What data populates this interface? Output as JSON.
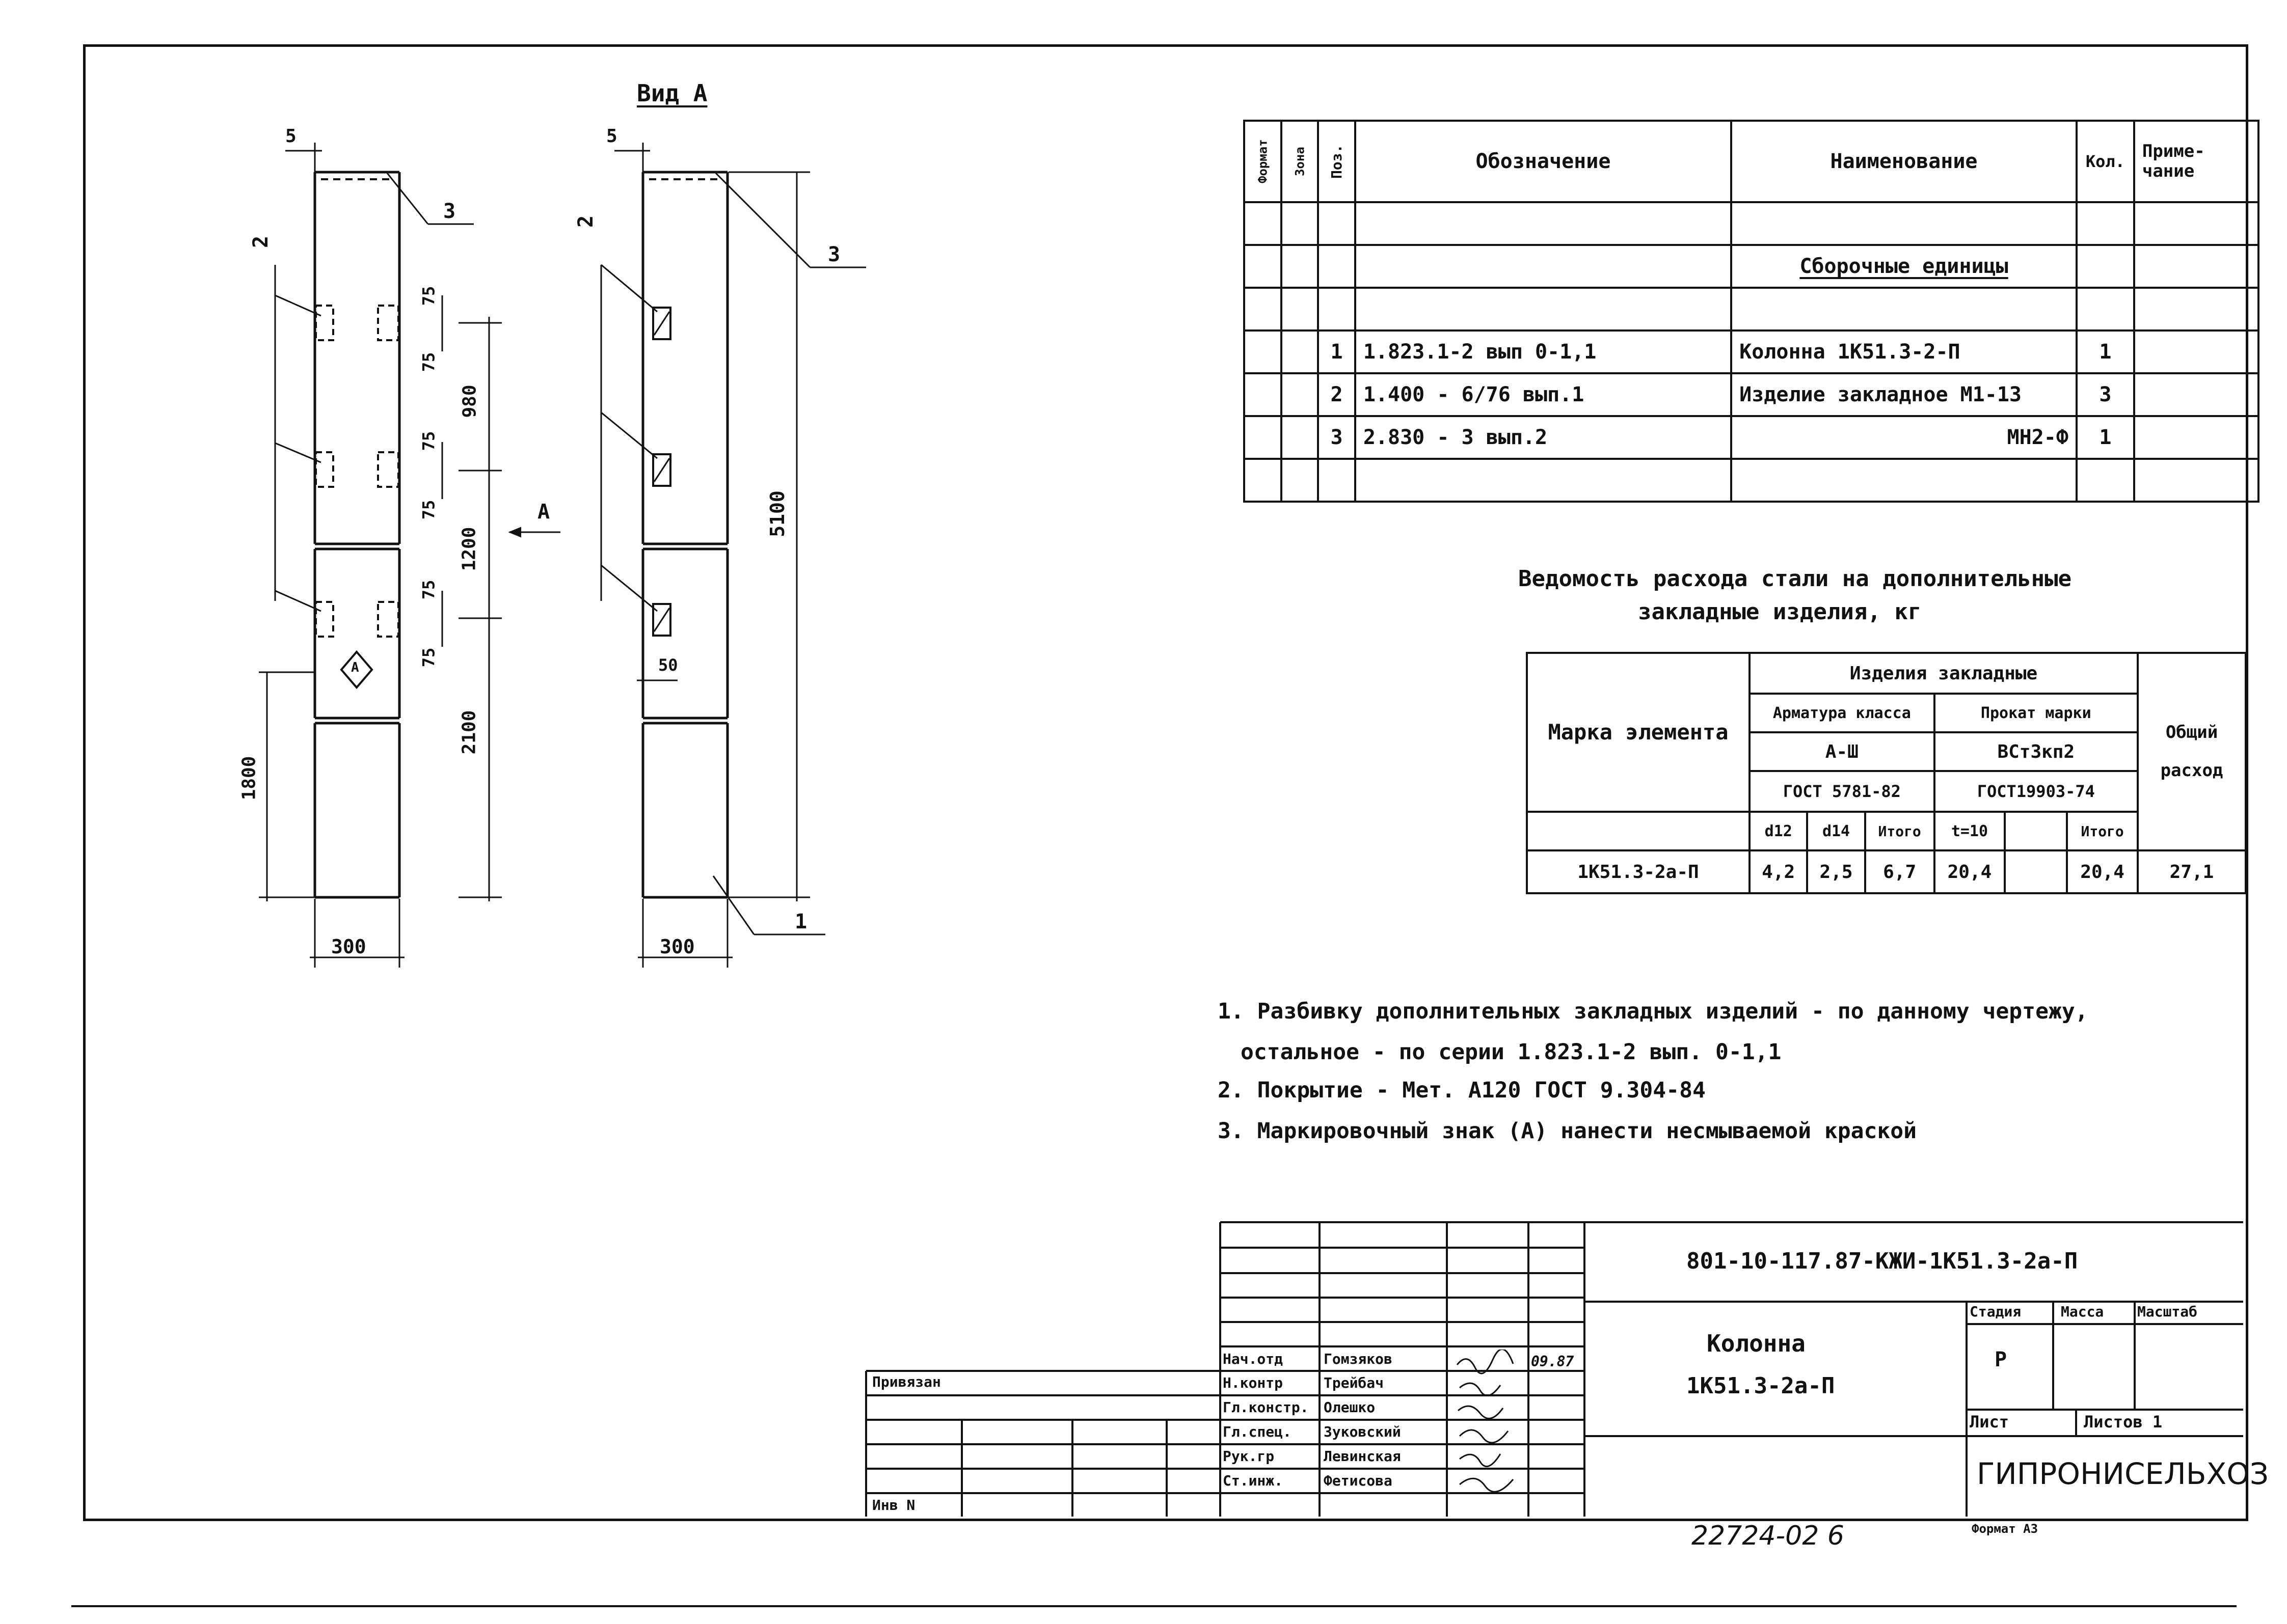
{
  "drawing": {
    "view_a_title": "Вид А",
    "view_arrow_label": "А",
    "left": {
      "dim_top_offset": "5",
      "pos_2": "2",
      "pos_3": "3",
      "dim_75": [
        "75",
        "75",
        "75",
        "75",
        "75",
        "75"
      ],
      "dim_980": "980",
      "dim_1200": "1200",
      "dim_2100": "2100",
      "dim_1800": "1800",
      "dim_width": "300",
      "mark": "А"
    },
    "right": {
      "dim_top_offset": "5",
      "pos_2": "2",
      "pos_3": "3",
      "pos_1": "1",
      "dim_5100": "5100",
      "dim_50": "50",
      "dim_width": "300"
    }
  },
  "spec_table": {
    "headers": {
      "format": "Формат",
      "zone": "Зона",
      "pos": "Поз.",
      "designation": "Обозначение",
      "name": "Наименование",
      "qty": "Кол.",
      "note": "Приме-чание"
    },
    "section_title": "Сборочные единицы",
    "rows": [
      {
        "pos": "1",
        "designation": "1.823.1-2   вып 0-1,1",
        "name": "Колонна 1К51.3-2-П",
        "qty": "1"
      },
      {
        "pos": "2",
        "designation": "1.400 - 6/76   вып.1",
        "name": "Изделие закладное М1-13",
        "qty": "3"
      },
      {
        "pos": "3",
        "designation": "2.830 - 3     вып.2",
        "name": "МН2-Ф",
        "qty": "1"
      }
    ]
  },
  "steel_table": {
    "title_line1": "Ведомость расхода стали на дополнительные",
    "title_line2": "закладные изделия, кг",
    "h_mark": "Марка элемента",
    "h_items": "Изделия закладные",
    "h_rebar": "Арматура класса",
    "h_rolled": "Прокат марки",
    "h_total": "Общий расход",
    "rebar_class": "А-Ш",
    "rolled_grade": "ВСт3кп2",
    "gost_rebar": "ГОСТ 5781-82",
    "gost_rolled": "ГОСТ19903-74",
    "sub": [
      "d12",
      "d14",
      "Итого",
      "t=10",
      "",
      "Итого"
    ],
    "row": {
      "mark": "1К51.3-2а-П",
      "values": [
        "4,2",
        "2,5",
        "6,7",
        "20,4",
        "",
        "20,4"
      ],
      "total": "27,1"
    }
  },
  "notes": [
    "1. Разбивку дополнительных закладных изделий - по данному чертежу,",
    "остальное - по серии 1.823.1-2 вып. 0-1,1",
    "2. Покрытие - Мет. А120 ГОСТ 9.304-84",
    "3. Маркировочный знак (А) нанести несмываемой краской"
  ],
  "title_block": {
    "code": "801-10-117.87-КЖИ-1К51.3-2а-П",
    "name_line1": "Колонна",
    "name_line2": "1К51.3-2а-П",
    "stage_h": "Стадия",
    "mass_h": "Масса",
    "scale_h": "Масштаб",
    "stage": "Р",
    "sheet": "Лист",
    "sheets": "Листов  1",
    "org": "ГИПРОНИСЕЛЬХОЗ",
    "signers": [
      {
        "role": "Нач.отд",
        "name": "Гомзяков",
        "date": "09.87"
      },
      {
        "role": "Н.контр",
        "name": "Трейбач",
        "date": ""
      },
      {
        "role": "Гл.констр.",
        "name": "Олешко",
        "date": ""
      },
      {
        "role": "Гл.спец.",
        "name": "Зуковский",
        "date": ""
      },
      {
        "role": "Рук.гр",
        "name": "Левинская",
        "date": ""
      },
      {
        "role": "Ст.инж.",
        "name": "Фетисова",
        "date": ""
      }
    ],
    "privyazan": "Привязан",
    "inv": "Инв N"
  },
  "bottom": {
    "doc_number": "22724-02  6",
    "format": "Формат А3"
  }
}
